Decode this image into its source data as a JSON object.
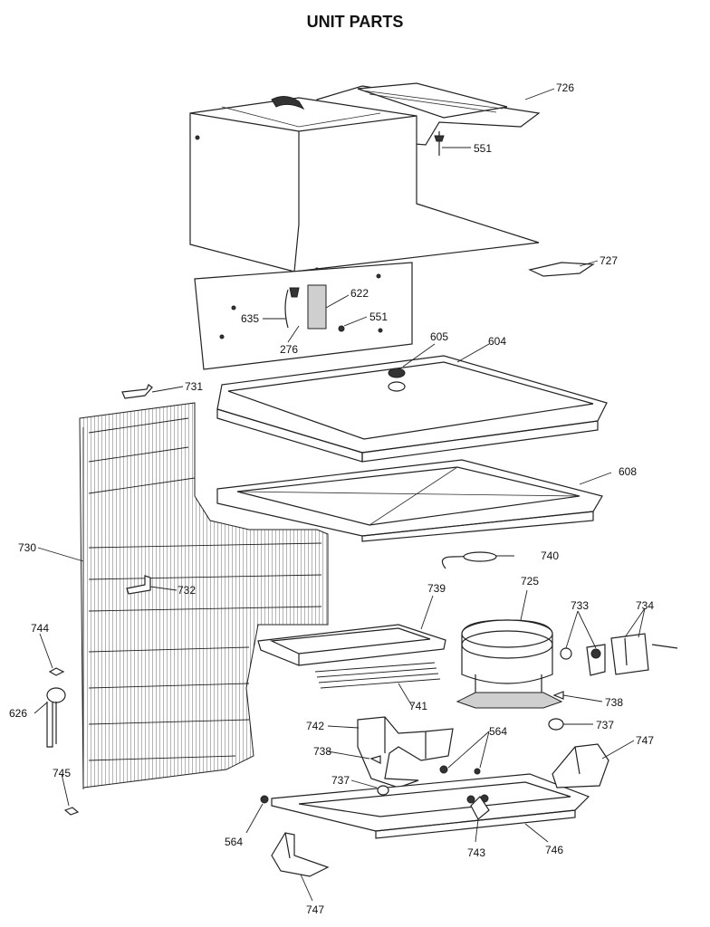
{
  "title": "UNIT PARTS",
  "labels": {
    "p726": "726",
    "p551a": "551",
    "p727": "727",
    "p622": "622",
    "p635": "635",
    "p551b": "551",
    "p276": "276",
    "p605": "605",
    "p604": "604",
    "p731": "731",
    "p608": "608",
    "p730": "730",
    "p740": "740",
    "p732": "732",
    "p725": "725",
    "p739": "739",
    "p733": "733",
    "p734": "734",
    "p744": "744",
    "p626": "626",
    "p741": "741",
    "p738a": "738",
    "p737a": "737",
    "p742": "742",
    "p564a": "564",
    "p738b": "738",
    "p747a": "747",
    "p737b": "737",
    "p745": "745",
    "p564b": "564",
    "p743": "743",
    "p746": "746",
    "p747b": "747"
  }
}
